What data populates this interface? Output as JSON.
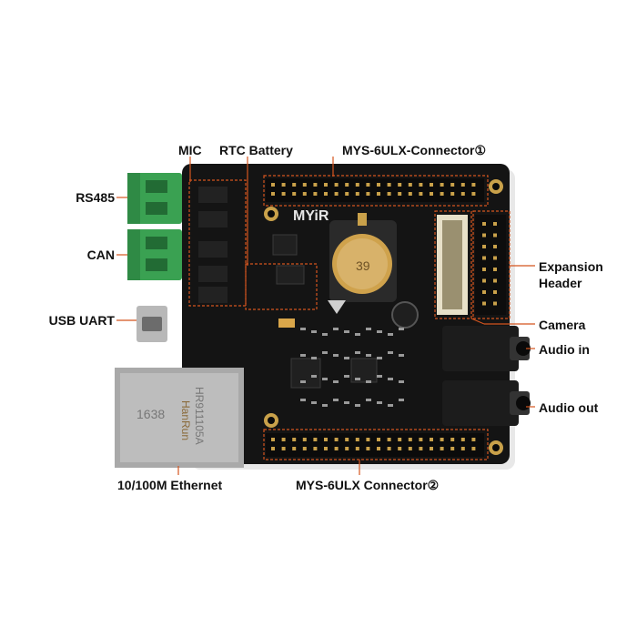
{
  "board": {
    "brand": "MYiR",
    "rtc_coin_text": "39",
    "rj45_text_a": "1638",
    "rj45_text_b": "HR911105A",
    "rj45_text_c": "HanRun",
    "colors": {
      "board": "#141414",
      "terminal": "#3aa152",
      "callout": "#d4551f",
      "gold": "#c9a14a"
    }
  },
  "labels": {
    "mic": "MIC",
    "rtc_battery": "RTC Battery",
    "connector1": "MYS-6ULX-Connector①",
    "rs485": "RS485",
    "can": "CAN",
    "usb_uart": "USB UART",
    "expansion_header_line1": "Expansion",
    "expansion_header_line2": "Header",
    "camera": "Camera",
    "audio_in": "Audio in",
    "audio_out": "Audio out",
    "ethernet": "10/100M Ethernet",
    "connector2": "MYS-6ULX Connector②"
  }
}
